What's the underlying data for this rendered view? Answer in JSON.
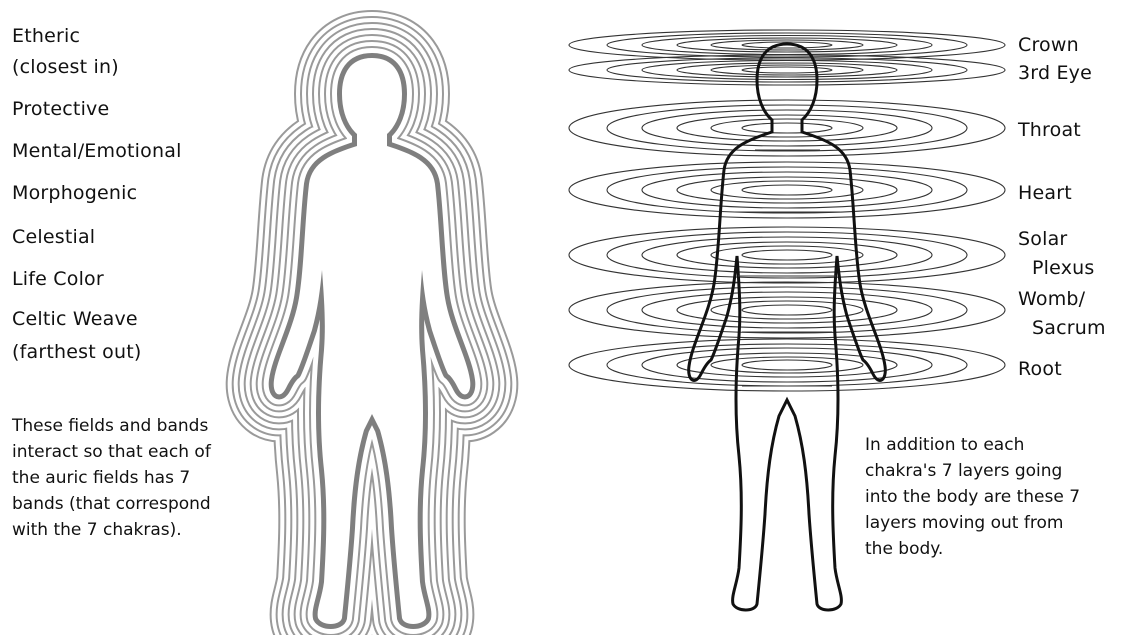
{
  "aura_diagram": {
    "labels": [
      "Etheric",
      "(closest in)",
      "Protective",
      "Mental/Emotional",
      "Morphogenic",
      "Celestial",
      "Life Color",
      "Celtic Weave",
      "(farthest out)"
    ],
    "note": [
      "These fields and bands",
      "interact so that each of",
      "the auric fields has 7",
      "bands (that correspond",
      "with the 7 chakras)."
    ]
  },
  "chakra_diagram": {
    "labels": [
      "Crown",
      "3rd Eye",
      "Throat",
      "Heart",
      "Solar",
      "Plexus",
      "Womb/",
      "Sacrum",
      "Root"
    ],
    "note": [
      "In addition to each",
      "chakra's 7 layers going",
      "into the body are these 7",
      "layers moving out from",
      "the body."
    ]
  }
}
